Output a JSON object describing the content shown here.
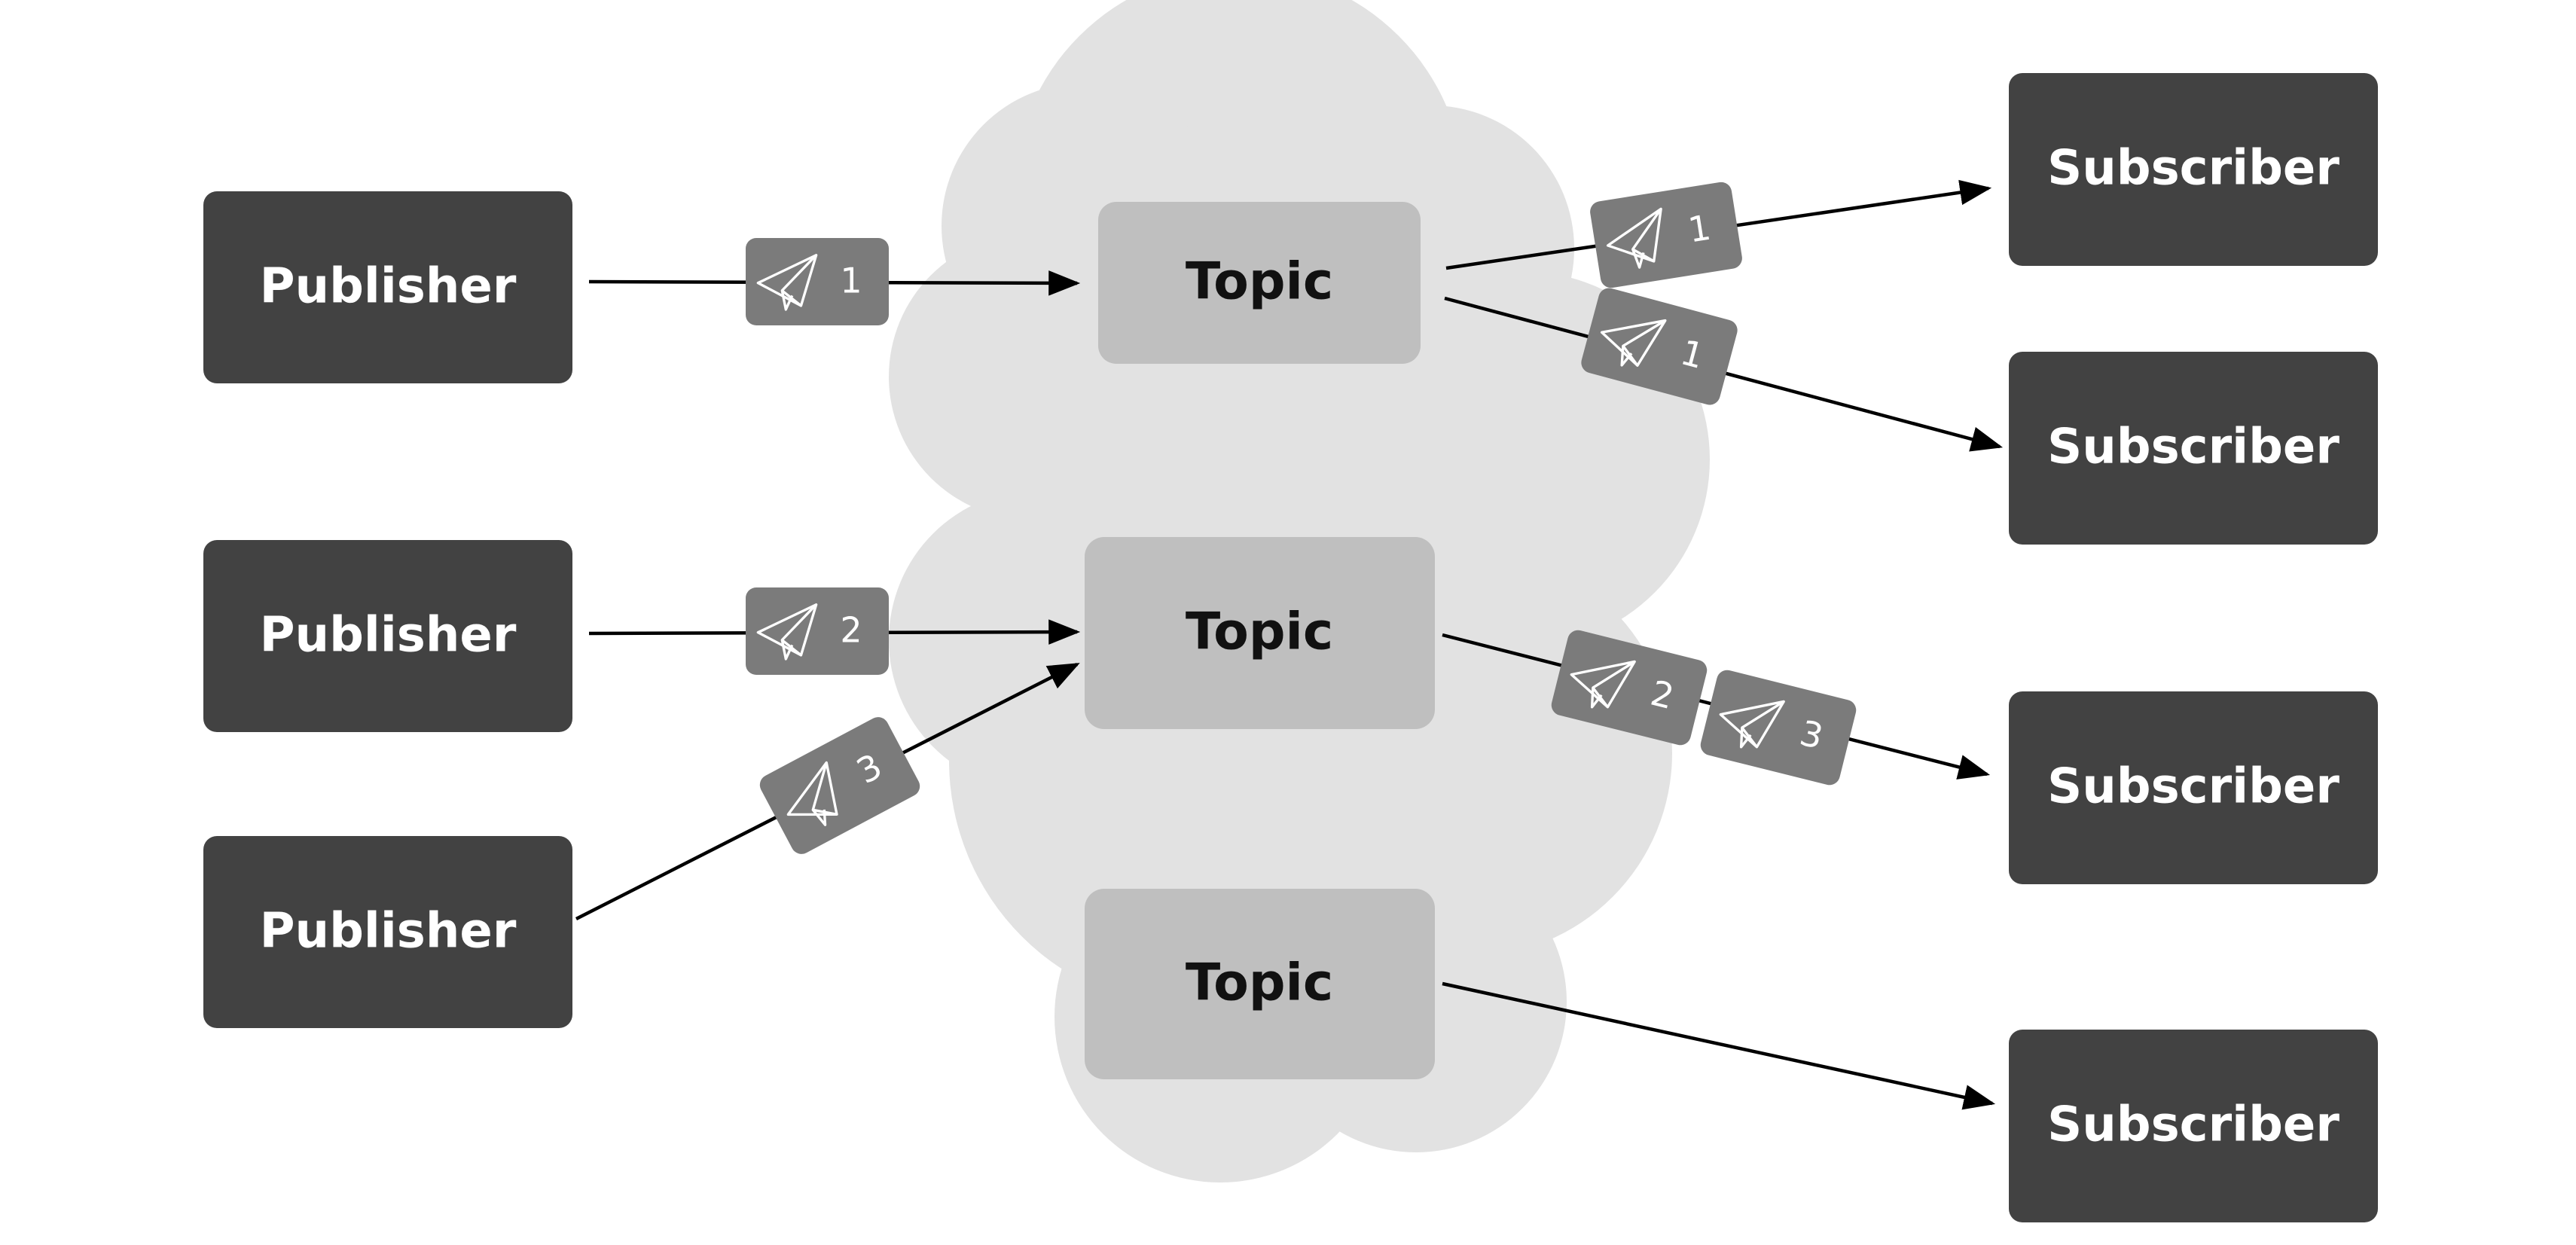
{
  "diagram": {
    "colors": {
      "cloud": "#e2e2e2",
      "node_dark": "#424242",
      "topic_fill": "#bfbfbf",
      "message_tag": "#7b7b7b",
      "arrow": "#000000"
    },
    "publishers": [
      {
        "label": "Publisher"
      },
      {
        "label": "Publisher"
      },
      {
        "label": "Publisher"
      }
    ],
    "topics": [
      {
        "label": "Topic"
      },
      {
        "label": "Topic"
      },
      {
        "label": "Topic"
      }
    ],
    "subscribers": [
      {
        "label": "Subscriber"
      },
      {
        "label": "Subscriber"
      },
      {
        "label": "Subscriber"
      },
      {
        "label": "Subscriber"
      }
    ],
    "messages": [
      {
        "number": "1",
        "icon": "paper-plane-icon"
      },
      {
        "number": "2",
        "icon": "paper-plane-icon"
      },
      {
        "number": "3",
        "icon": "paper-plane-icon"
      },
      {
        "number": "1",
        "icon": "paper-plane-icon"
      },
      {
        "number": "1",
        "icon": "paper-plane-icon"
      },
      {
        "number": "2",
        "icon": "paper-plane-icon"
      },
      {
        "number": "3",
        "icon": "paper-plane-icon"
      }
    ],
    "connections": [
      {
        "from": "publisher-1",
        "to": "topic-1",
        "message": "1"
      },
      {
        "from": "publisher-2",
        "to": "topic-2",
        "message": "2"
      },
      {
        "from": "publisher-3",
        "to": "topic-2",
        "message": "3"
      },
      {
        "from": "topic-1",
        "to": "subscriber-1",
        "message": "1"
      },
      {
        "from": "topic-1",
        "to": "subscriber-2",
        "message": "1"
      },
      {
        "from": "topic-2",
        "to": "subscriber-3",
        "messages": [
          "2",
          "3"
        ]
      },
      {
        "from": "topic-3",
        "to": "subscriber-4"
      }
    ]
  }
}
